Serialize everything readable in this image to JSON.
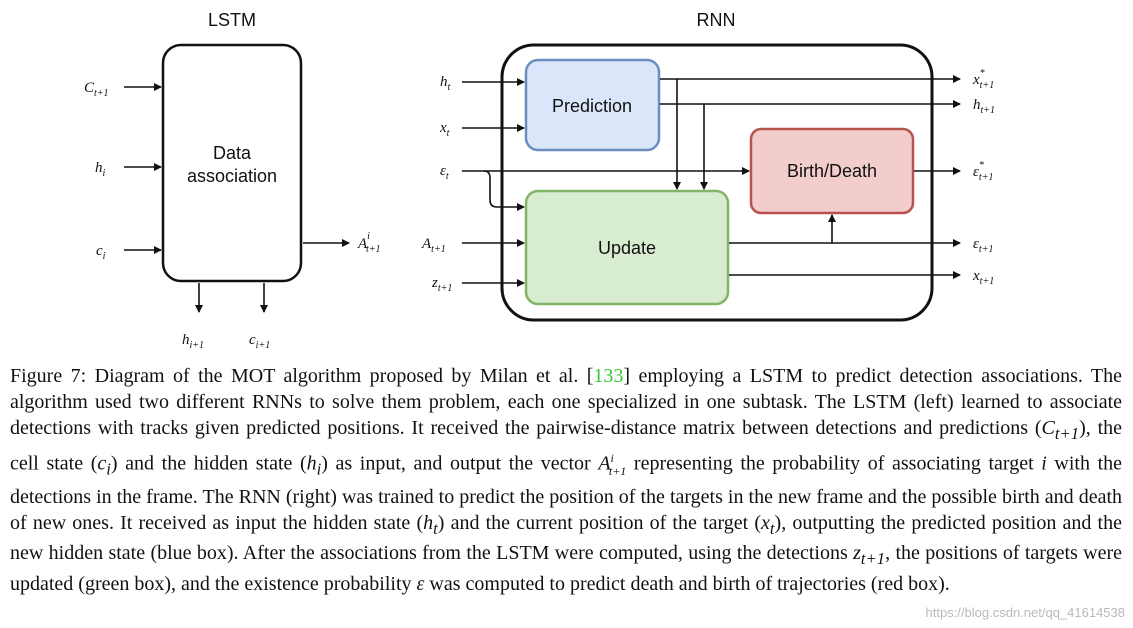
{
  "lstm": {
    "title": "LSTM",
    "box_label_line1": "Data",
    "box_label_line2": "association",
    "inputs": [
      {
        "base": "C",
        "sub": "t+1"
      },
      {
        "base": "h",
        "sub": "i"
      },
      {
        "base": "c",
        "sub": "i"
      }
    ],
    "output": {
      "base": "A",
      "sup": "i",
      "sub": "t+1"
    },
    "bottom_outputs": [
      {
        "base": "h",
        "sub": "i+1"
      },
      {
        "base": "c",
        "sub": "i+1"
      }
    ]
  },
  "rnn": {
    "title": "RNN",
    "prediction_label": "Prediction",
    "update_label": "Update",
    "birth_death_label": "Birth/Death",
    "inputs": [
      {
        "base": "h",
        "sub": "t"
      },
      {
        "base": "x",
        "sub": "t"
      },
      {
        "base": "ε",
        "sub": "t"
      },
      {
        "base": "A",
        "sub": "t+1"
      },
      {
        "base": "z",
        "sub": "t+1"
      }
    ],
    "outputs": [
      {
        "base": "x",
        "sup": "*",
        "sub": "t+1"
      },
      {
        "base": "h",
        "sub": "t+1"
      },
      {
        "base": "ε",
        "sup": "*",
        "sub": "t+1"
      },
      {
        "base": "ε",
        "sub": "t+1"
      },
      {
        "base": "x",
        "sub": "t+1"
      }
    ]
  },
  "colors": {
    "prediction_fill": "#dbe6fb",
    "prediction_stroke": "#6c8ebf",
    "update_fill": "#d8ecd0",
    "update_stroke": "#82b366",
    "birth_fill": "#f3cccc",
    "birth_stroke": "#b85450",
    "citation": "#33cc33"
  },
  "caption": {
    "figure_label": "Figure 7:",
    "p1": "Diagram of the MOT algorithm proposed by Milan et al. [",
    "citation": "133",
    "p2": "] employing a LSTM to predict detection associations. The algorithm used two different RNNs to solve them problem, each one specialized in one subtask. The LSTM (left) learned to associate detections with tracks given predicted positions. It received the pairwise-distance matrix between detections and predictions (",
    "m1": "C",
    "m1sub": "t+1",
    "p3": "), the cell state (",
    "m2": "c",
    "m2sub": "i",
    "p4": ") and the hidden state (",
    "m3": "h",
    "m3sub": "i",
    "p5": ") as input, and output the vector ",
    "m4": "A",
    "m4sup": "i",
    "m4sub": "t+1",
    "p6": " representing the probability of associating target ",
    "m5": "i",
    "p7": " with the detections in the frame. The RNN (right) was trained to predict the position of the targets in the new frame and the possible birth and death of new ones. It received as input the hidden state (",
    "m6": "h",
    "m6sub": "t",
    "p8": ") and the current position of the target (",
    "m7": "x",
    "m7sub": "t",
    "p9": "), outputting the predicted position and the new hidden state (blue box). After the associations from the LSTM were computed, using the detections ",
    "m8": "z",
    "m8sub": "t+1",
    "p10": ", the positions of targets were updated (green box), and the existence probability ",
    "m9": "ε",
    "p11": " was computed to predict death and birth of trajectories (red box)."
  },
  "watermark": "https://blog.csdn.net/qq_41614538"
}
